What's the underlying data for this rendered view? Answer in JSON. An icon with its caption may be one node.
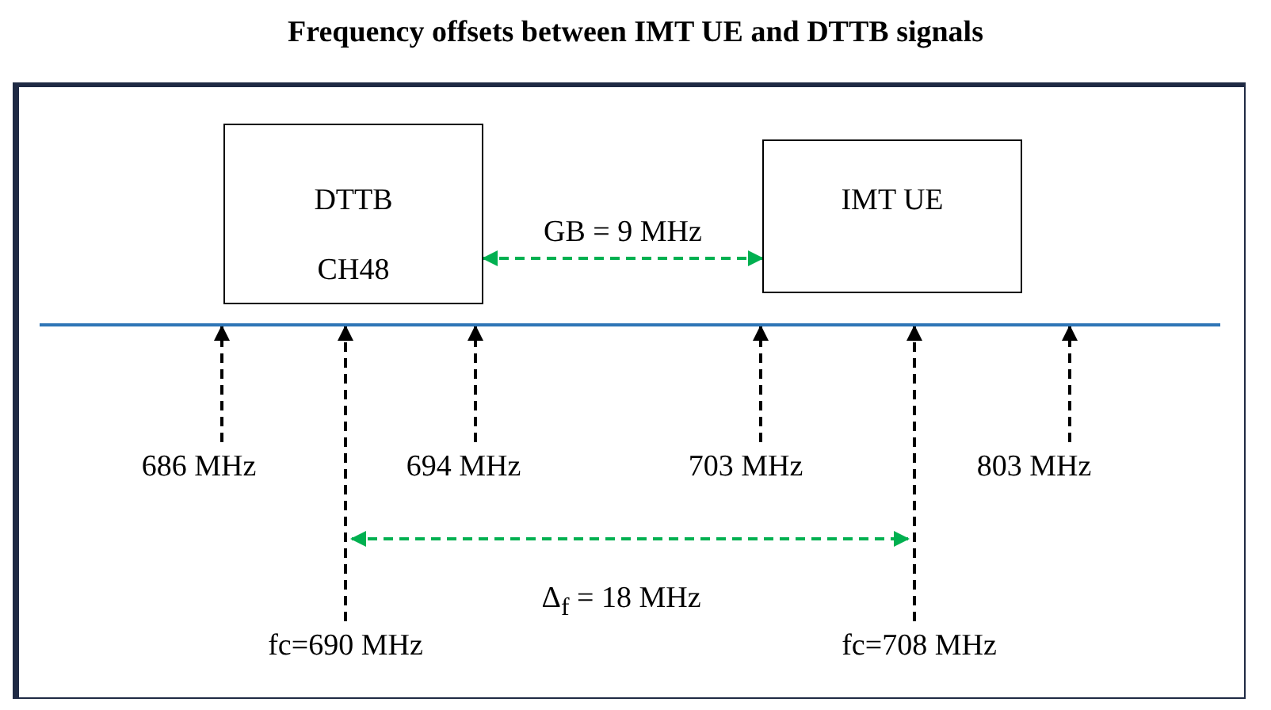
{
  "diagram": {
    "title": "Frequency offsets between IMT UE and DTTB signals",
    "nodes": [
      {
        "text": [
          "DTTB CH48"
        ]
      },
      {
        "text": [
          "IMT UE"
        ]
      },
      {
        "text": [],
        "shape": "line"
      },
      {
        "text": [
          "686 MHz"
        ]
      },
      {
        "text": [
          "fc=690 MHz"
        ]
      },
      {
        "text": [
          "694 MHz"
        ]
      },
      {
        "text": [
          "703 MHz"
        ]
      },
      {
        "text": [
          "fc=708 MHz"
        ]
      },
      {
        "text": [
          "803 MHz"
        ]
      }
    ],
    "edges": [
      {
        "from": 0,
        "to": 1,
        "arrow": "both",
        "label": "GB = 9 MHz",
        "style": "dashed",
        "color": "#00b050"
      },
      {
        "from": 3,
        "to": 2,
        "arrow": "to",
        "style": "dashed"
      },
      {
        "from": 4,
        "to": 2,
        "arrow": "to",
        "style": "dashed"
      },
      {
        "from": 5,
        "to": 2,
        "arrow": "to",
        "style": "dashed"
      },
      {
        "from": 6,
        "to": 2,
        "arrow": "to",
        "style": "dashed"
      },
      {
        "from": 7,
        "to": 2,
        "arrow": "to",
        "style": "dashed"
      },
      {
        "from": 8,
        "to": 2,
        "arrow": "to",
        "style": "dashed"
      }
    ],
    "labels": [
      "Δ$_{f}$ = 18 MHz"
    ]
  }
}
